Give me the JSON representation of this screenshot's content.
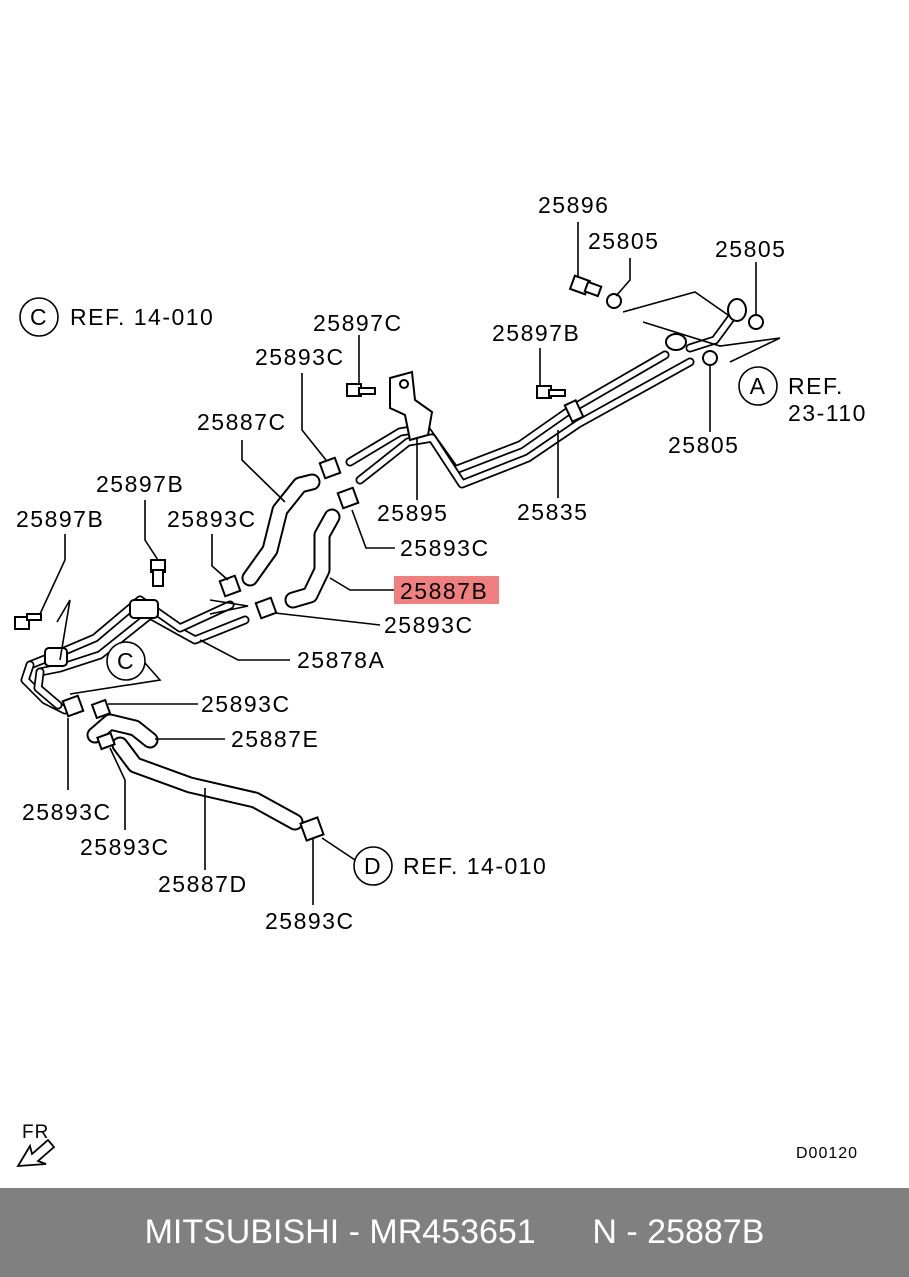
{
  "labels": {
    "l25896": "25896",
    "l25805_a": "25805",
    "l25805_b": "25805",
    "l25805_c": "25805",
    "l25897C": "25897C",
    "l25897B_top": "25897B",
    "l25897B_mid": "25897B",
    "l25897B_left": "25897B",
    "l25893C_1": "25893C",
    "l25893C_2": "25893C",
    "l25893C_3": "25893C",
    "l25893C_4": "25893C",
    "l25893C_5": "25893C",
    "l25893C_6": "25893C",
    "l25893C_7": "25893C",
    "l25893C_8": "25893C",
    "l25887C": "25887C",
    "l25887B": "25887B",
    "l25887E": "25887E",
    "l25887D": "25887D",
    "l25895": "25895",
    "l25835": "25835",
    "l25878A": "25878A"
  },
  "refs": {
    "refC_letter": "C",
    "refC_text": "REF. 14-010",
    "refC2_letter": "C",
    "refA_letter": "A",
    "refA_text_line1": "REF.",
    "refA_text_line2": "23-110",
    "refD_letter": "D",
    "refD_text": "REF. 14-010"
  },
  "direction_label": "FR",
  "diagram_code": "D00120",
  "highlight_color": "#f08080",
  "footer": {
    "brand": "MITSUBISHI",
    "sep1": " - ",
    "part_number": "MR453651",
    "gap": "      ",
    "position": "N - 25887B"
  }
}
